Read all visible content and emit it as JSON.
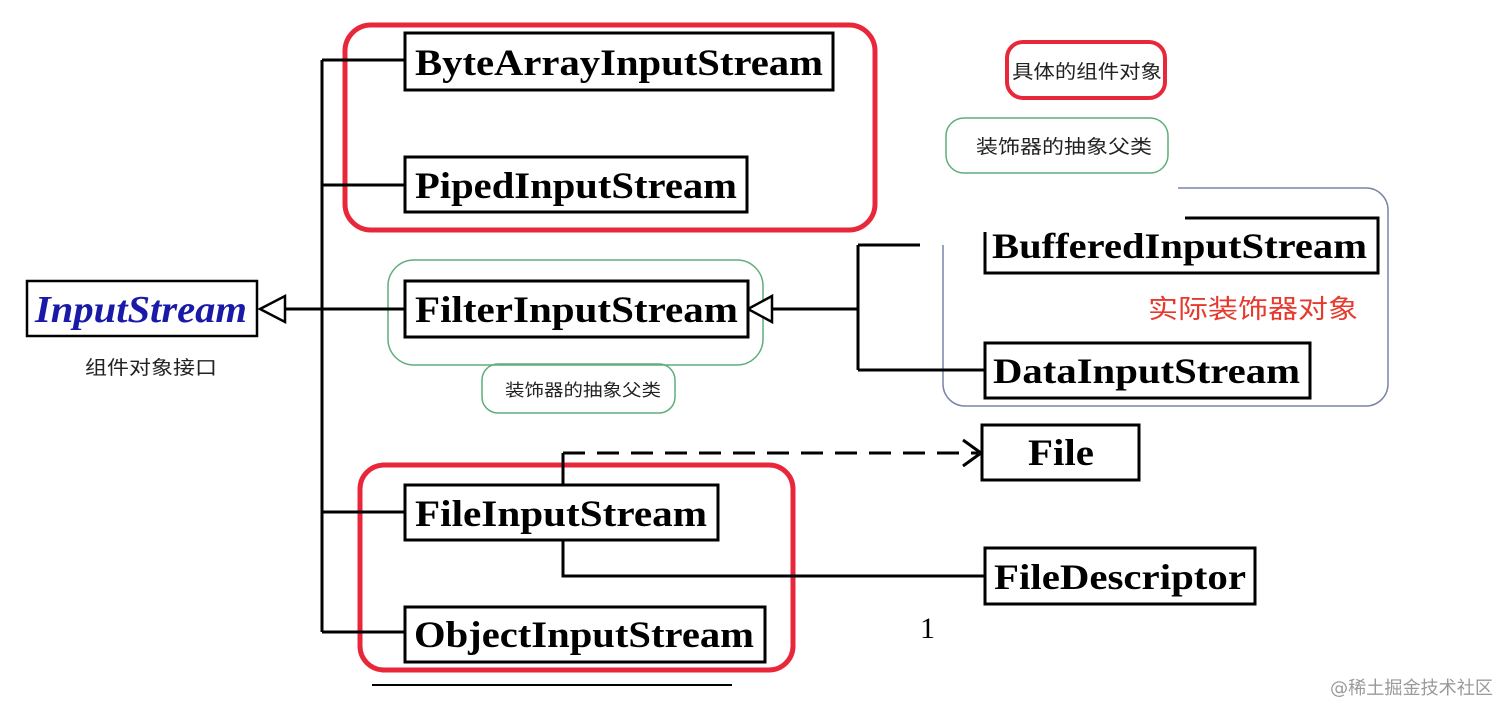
{
  "nodes": {
    "input_stream": "InputStream",
    "byte_array_input_stream": "ByteArrayInputStream",
    "piped_input_stream": "PipedInputStream",
    "filter_input_stream": "FilterInputStream",
    "buffered_input_stream": "BufferedInputStream",
    "data_input_stream": "DataInputStream",
    "file": "File",
    "file_input_stream": "FileInputStream",
    "file_descriptor": "FileDescriptor",
    "object_input_stream": "ObjectInputStream"
  },
  "annotations": {
    "component_interface": "组件对象接口",
    "concrete_component": "具体的组件对象",
    "decorator_parent_top": "装饰器的抽象父类",
    "decorator_parent_bottom": "装饰器的抽象父类",
    "actual_decorator": "实际装饰器对象",
    "multiplicity": "1"
  },
  "watermark": "@稀土掘金技术社区",
  "colors": {
    "red_highlight": "#e8283a",
    "green_highlight": "#5fae7a",
    "blue_highlight": "#7a86a8",
    "interface_text": "#1a1aa8",
    "red_label": "#e63a2e"
  }
}
